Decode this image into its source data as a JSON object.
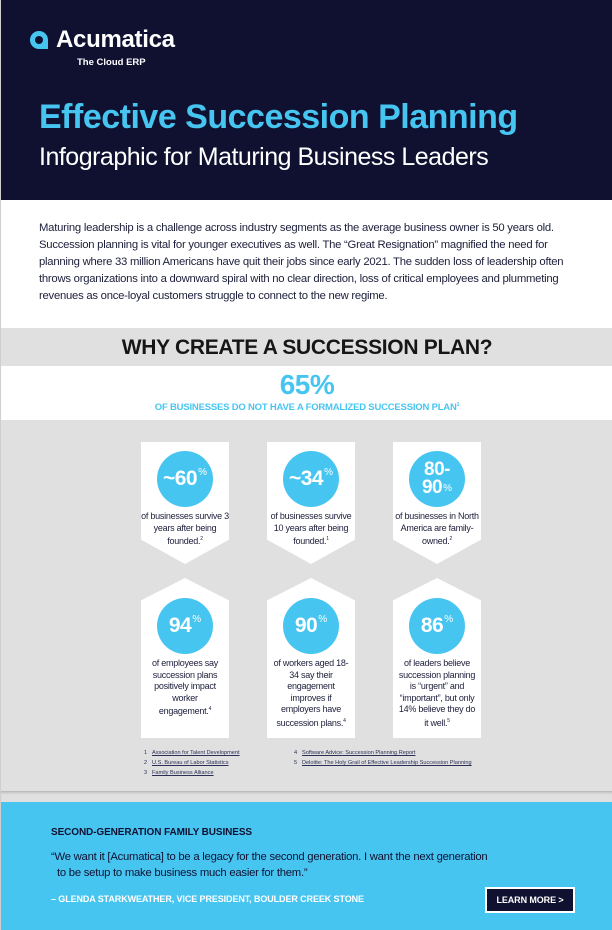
{
  "header": {
    "brand": "Acumatica",
    "tagline": "The Cloud ERP",
    "logo_icon": "acumatica-logo-icon",
    "title": "Effective Succession Planning",
    "subtitle": "Infographic for Maturing Business Leaders"
  },
  "intro": {
    "text": "Maturing leadership is a challenge across industry segments as the average business owner is 50 years old. Succession planning is vital for younger executives as well. The “Great Resignation” magnified the need for planning where 33 million Americans have quit their jobs since early 2021. The sudden loss of leadership often throws organizations into a downward spiral with no clear direction, loss of critical employees and plummeting revenues as once-loyal customers struggle to connect to the new regime."
  },
  "why": {
    "heading": "WHY CREATE A SUCCESSION PLAN?",
    "headline_stat": "65%",
    "headline_caption": "OF BUSINESSES DO NOT HAVE A FORMALIZED SUCCESSION PLAN",
    "headline_ref": "1"
  },
  "stats": [
    {
      "value": "~60",
      "unit": "%",
      "text": "of businesses survive 3 years after being founded.",
      "ref": "2"
    },
    {
      "value": "~34",
      "unit": "%",
      "text": "of businesses survive 10 years after being founded.",
      "ref": "1"
    },
    {
      "value_line1": "80-",
      "value_line2": "90",
      "unit": "%",
      "text": "of businesses in North America are family-owned.",
      "ref": "2"
    },
    {
      "value": "94",
      "unit": "%",
      "text": "of employees say succession plans positively impact worker engagement.",
      "ref": "4"
    },
    {
      "value": "90",
      "unit": "%",
      "text": "of workers aged 18-34 say  their engagement improves if employers have succession plans.",
      "ref": "4"
    },
    {
      "value": "86",
      "unit": "%",
      "text": "of leaders believe succession planning is “urgent” and “important”, but only 14% believe they do it well.",
      "ref": "5"
    }
  ],
  "footnotes": [
    {
      "n": "1",
      "label": "Association for Talent Development"
    },
    {
      "n": "2",
      "label": "U.S. Bureau of Labor Statistics"
    },
    {
      "n": "3",
      "label": "Family Business Alliance"
    },
    {
      "n": "4",
      "label": "Software Advice: Succession Planning Report"
    },
    {
      "n": "5",
      "label": "Deloitte: The Holy Grail of Effective Leadership Succession Planning"
    }
  ],
  "quote": {
    "title": "SECOND-GENERATION FAMILY BUSINESS",
    "line1": "“We want it [Acumatica] to be a legacy for the second generation. I want the next generation",
    "line2": "to be setup to make business much easier for them.”",
    "author": "– GLENDA STARKWEATHER, VICE PRESIDENT, BOULDER CREEK STONE",
    "cta": "LEARN MORE >"
  },
  "colors": {
    "navy": "#101131",
    "accent_blue": "#47c5f1",
    "gray_bg": "#e0e0e0",
    "white": "#ffffff",
    "body_text": "#1c1e3a"
  }
}
